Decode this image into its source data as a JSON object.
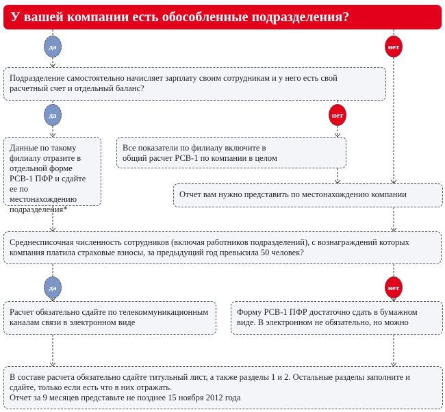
{
  "title": "У вашей компании есть обособленные подразделения?",
  "yes_label": "да",
  "no_label": "нет",
  "colors": {
    "title_bg": "#e2001a",
    "yes": "#7b95c7",
    "no": "#e2001a",
    "box_bg": "#f3f5f9"
  },
  "boxes": {
    "q_separate_balance": "Подразделение самостоятельно начисляет зарплату своим сотрудникам и у него есть свой расчетный счет и отдельный баланс?",
    "separate_form": "Данные по такому филиалу отразите в отдельной форме РСВ-1 ПФР и сдайте ее по местонахождению подразделения*",
    "include_all": "Все показатели по филиалу включите в общий расчет РСВ-1 по компании в целом",
    "company_location": "Отчет вам нужно представить по местонахождению компании",
    "q_headcount": "Среднесписочная численность сотрудников (включая работников подразделений), с вознаграждений которых компания платила страховые взносы, за предыдущий год превысила 50 человек?",
    "electronic": "Расчет обязательно сдайте по телекоммуникационным каналам связи в электронном виде",
    "paper": "Форму РСВ-1 ПФР достаточно сдать в бумажном виде. В электронном не обязательно, но можно",
    "final_1": "В составе расчета обязательно сдайте титульный лист, а также разделы 1 и 2. Остальные разделы заполните и сдайте, только если есть что в них отражать.",
    "final_2": "Отчет за 9 месяцев представьте не позднее 15 ноября 2012 года"
  }
}
